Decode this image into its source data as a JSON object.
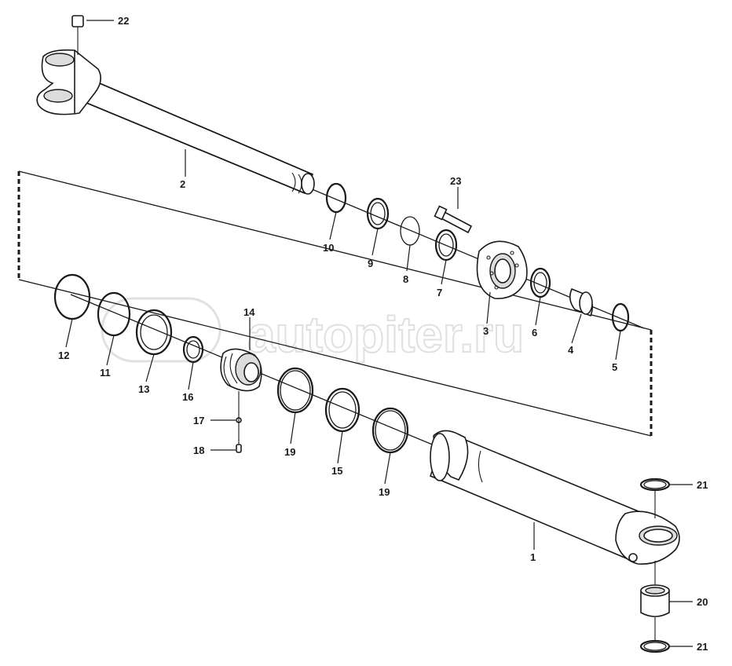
{
  "watermark": {
    "text": "autopiter.ru"
  },
  "callouts": {
    "c1": "1",
    "c2": "2",
    "c3": "3",
    "c4": "4",
    "c5": "5",
    "c6": "6",
    "c7": "7",
    "c8": "8",
    "c9": "9",
    "c10": "10",
    "c11": "11",
    "c12": "12",
    "c13": "13",
    "c14": "14",
    "c15": "15",
    "c16": "16",
    "c17": "17",
    "c18": "18",
    "c19a": "19",
    "c19b": "19",
    "c20": "20",
    "c21a": "21",
    "c21b": "21",
    "c22": "22",
    "c23": "23"
  }
}
